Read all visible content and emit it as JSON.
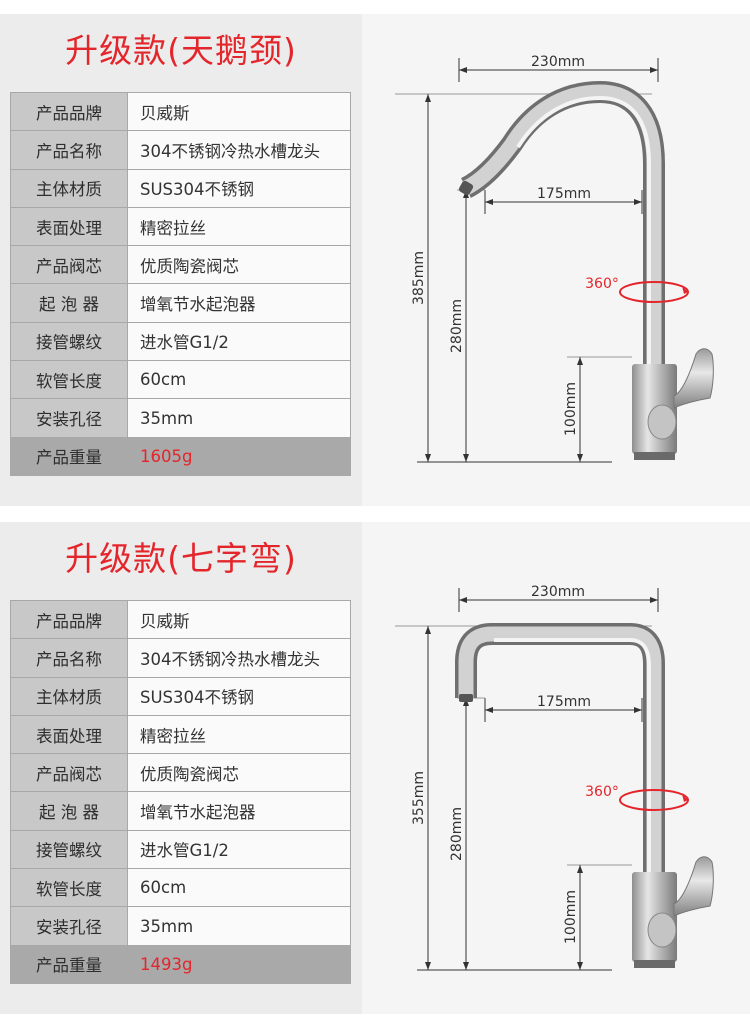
{
  "variants": [
    {
      "title": "升级款(天鹅颈)",
      "specs": [
        {
          "label": "产品品牌",
          "value": "贝威斯"
        },
        {
          "label": "产品名称",
          "value": "304不锈钢冷热水槽龙头"
        },
        {
          "label": "主体材质",
          "value": "SUS304不锈钢"
        },
        {
          "label": "表面处理",
          "value": "精密拉丝"
        },
        {
          "label": "产品阀芯",
          "value": "优质陶瓷阀芯"
        },
        {
          "label": "起 泡 器",
          "value": "增氧节水起泡器"
        },
        {
          "label": "接管螺纹",
          "value": "进水管G1/2"
        },
        {
          "label": "软管长度",
          "value": "60cm"
        },
        {
          "label": "安装孔径",
          "value": "35mm"
        },
        {
          "label": "产品重量",
          "value": "1605g"
        }
      ],
      "dims": {
        "width": "230mm",
        "reach": "175mm",
        "total_height": "385mm",
        "spout_height": "280mm",
        "body_height": "100mm",
        "rotation": "360°"
      }
    },
    {
      "title": "升级款(七字弯)",
      "specs": [
        {
          "label": "产品品牌",
          "value": "贝威斯"
        },
        {
          "label": "产品名称",
          "value": "304不锈钢冷热水槽龙头"
        },
        {
          "label": "主体材质",
          "value": "SUS304不锈钢"
        },
        {
          "label": "表面处理",
          "value": "精密拉丝"
        },
        {
          "label": "产品阀芯",
          "value": "优质陶瓷阀芯"
        },
        {
          "label": "起 泡 器",
          "value": "增氧节水起泡器"
        },
        {
          "label": "接管螺纹",
          "value": "进水管G1/2"
        },
        {
          "label": "软管长度",
          "value": "60cm"
        },
        {
          "label": "安装孔径",
          "value": "35mm"
        },
        {
          "label": "产品重量",
          "value": "1493g"
        }
      ],
      "dims": {
        "width": "230mm",
        "reach": "175mm",
        "total_height": "355mm",
        "spout_height": "280mm",
        "body_height": "100mm",
        "rotation": "360°"
      }
    }
  ],
  "colors": {
    "accent": "#e3262b",
    "table_header": "#c8c8c8",
    "table_highlight": "#a9a9a9"
  }
}
